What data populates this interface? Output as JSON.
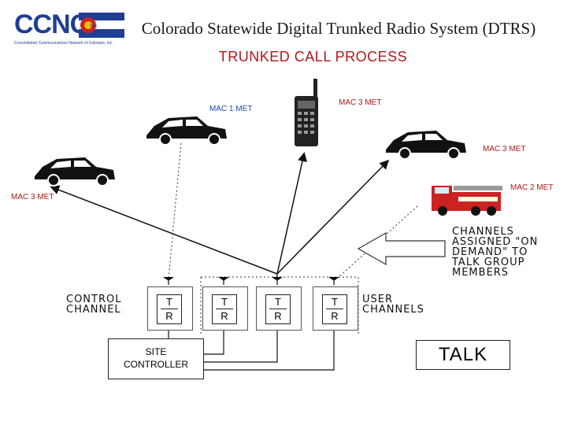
{
  "header": {
    "title": "Colorado Statewide Digital Trunked Radio System (DTRS)",
    "subtitle": "TRUNKED CALL PROCESS"
  },
  "logo": {
    "text": "CCNC",
    "inc": "Inc.",
    "tagline": "Consolidated Communications Network of Colorado, Inc."
  },
  "diagram": {
    "mac_labels": {
      "car_center": "MAC 1 MET",
      "radio": "MAC 3 MET",
      "car_right": "MAC 3 MET",
      "fire_truck": "MAC 2 MET",
      "car_left": "MAC 3 MET"
    },
    "control_channel": "CONTROL\nCHANNEL",
    "user_channels": "USER\nCHANNELS",
    "channels_assigned": "CHANNELS\nASSIGNED \"ON\nDEMAND\" TO\nTALK GROUP\nMEMBERS",
    "tr_boxes": [
      {
        "t": "T",
        "r": "R"
      },
      {
        "t": "T",
        "r": "R"
      },
      {
        "t": "T",
        "r": "R"
      },
      {
        "t": "T",
        "r": "R"
      }
    ],
    "site_controller": "SITE\nCONTROLLER",
    "talk": "TALK"
  },
  "colors": {
    "title_red": "#b01818",
    "logo_blue": "#1f3f94",
    "mac_blue": "#1f4fa8",
    "truck_red": "#cc2222"
  }
}
